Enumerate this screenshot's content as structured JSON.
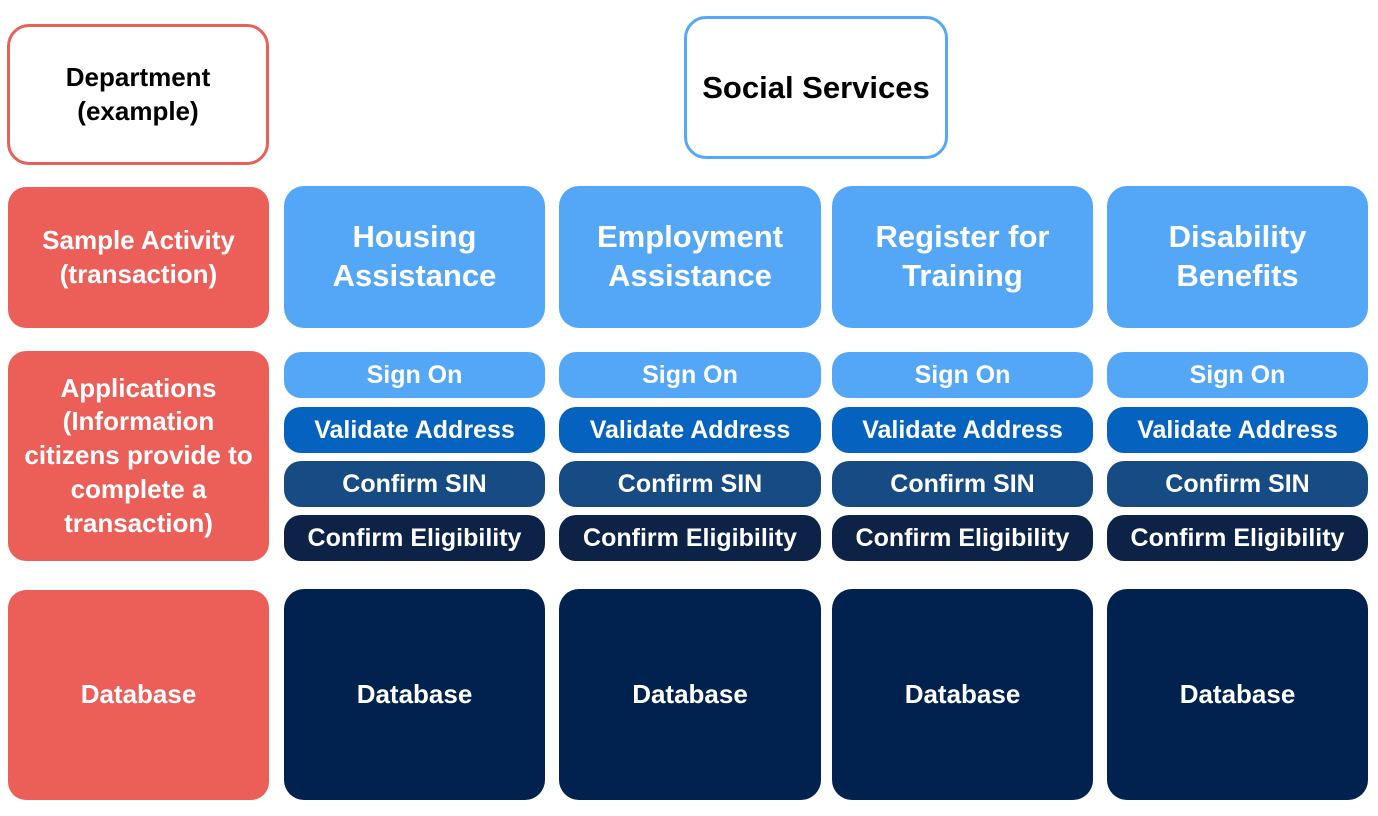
{
  "department": {
    "line1": "Department",
    "line2": "(example)"
  },
  "top_node": "Social Services",
  "row_labels": {
    "activity": {
      "line1": "Sample Activity",
      "line2": "(transaction)"
    },
    "applications": {
      "lines": [
        "Applications",
        "(Information",
        "citizens provide to",
        "complete a",
        "transaction)"
      ]
    },
    "database": "Database"
  },
  "columns": [
    {
      "activity": [
        "Housing",
        "Assistance"
      ],
      "apps": [
        "Sign On",
        "Validate Address",
        "Confirm SIN",
        "Confirm Eligibility"
      ],
      "database": "Database"
    },
    {
      "activity": [
        "Employment",
        "Assistance"
      ],
      "apps": [
        "Sign On",
        "Validate Address",
        "Confirm SIN",
        "Confirm Eligibility"
      ],
      "database": "Database"
    },
    {
      "activity": [
        "Register for",
        "Training"
      ],
      "apps": [
        "Sign On",
        "Validate Address",
        "Confirm SIN",
        "Confirm Eligibility"
      ],
      "database": "Database"
    },
    {
      "activity": [
        "Disability",
        "Benefits"
      ],
      "apps": [
        "Sign On",
        "Validate Address",
        "Confirm SIN",
        "Confirm Eligibility"
      ],
      "database": "Database"
    }
  ],
  "colors": {
    "label_red": "#ec5e58",
    "activity_blue": "#54a7f7",
    "validate_blue": "#0562bf",
    "confirm_sin_blue": "#174b83",
    "eligibility_navy": "#0c2246",
    "database_navy": "#01214f"
  }
}
